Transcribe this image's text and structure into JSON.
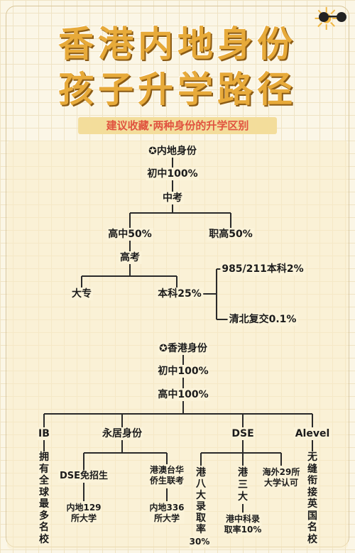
{
  "header": {
    "title_line1": "香港内地身份",
    "title_line2": "孩子升学路径",
    "subtitle": "建议收藏·两种身份的升学区别"
  },
  "mainland": {
    "root": "✪内地身份",
    "junior": "初中100%",
    "exam": "中考",
    "high": "高中50%",
    "vocational": "职高50%",
    "gaokao": "高考",
    "college": "大专",
    "undergrad": "本科25%",
    "elite": "985/211本科2%",
    "top": "清北复交0.1%"
  },
  "hongkong": {
    "root": "✪香港身份",
    "junior": "初中100%",
    "high": "高中100%",
    "ib": "IB",
    "ib_desc": "拥有全球最多名校",
    "permanent": "永居身份",
    "dse_free": "DSE免招生",
    "mainland129_l1": "内地129",
    "mainland129_l2": "所大学",
    "hkmt_l1": "港澳台华",
    "hkmt_l2": "侨生联考",
    "mainland336_l1": "内地336",
    "mainland336_l2": "所大学",
    "dse": "DSE",
    "hk8": "港八大录取率",
    "hk8_rate": "30%",
    "hk3": "港三大",
    "hk3_sub_l1": "港中科录",
    "hk3_sub_l2": "取率10%",
    "overseas_l1": "海外29所",
    "overseas_l2": "大学认可",
    "alevel": "Alevel",
    "alevel_desc": "无缝衔接英国名校"
  },
  "colors": {
    "title": "#e7aa3a",
    "subtitle_text": "#e0533f",
    "subtitle_bg": "#f3dd9b"
  }
}
